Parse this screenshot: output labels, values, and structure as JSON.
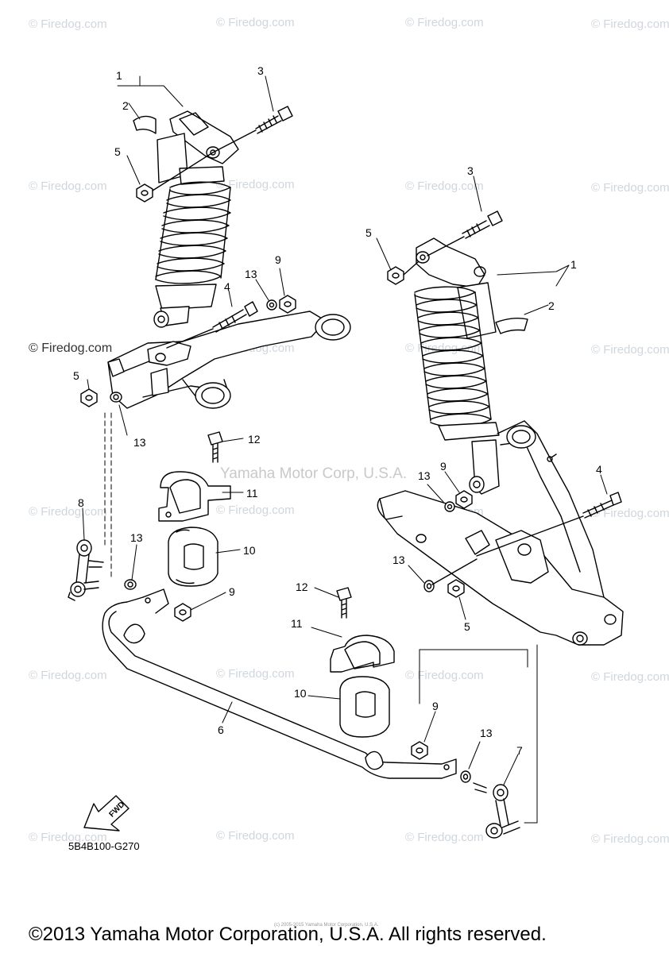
{
  "watermark": {
    "text": "© Firedog.com"
  },
  "center_watermark": "Yamaha Motor Corp, U.S.A.",
  "callouts": {
    "c1a": "1",
    "c2a": "2",
    "c3a": "3",
    "c5a": "5",
    "c13a": "13",
    "c9a": "9",
    "c4a": "4",
    "c5b": "5",
    "c13b": "13",
    "c12a": "12",
    "c11a": "11",
    "c8": "8",
    "c13c": "13",
    "c10a": "10",
    "c9b": "9",
    "c6": "6",
    "c3b": "3",
    "c5c": "5",
    "c1b": "1",
    "c2b": "2",
    "c9c": "9",
    "c13d": "13",
    "c4b": "4",
    "c13e": "13",
    "c5d": "5",
    "c12b": "12",
    "c11b": "11",
    "c10b": "10",
    "c9d": "9",
    "c13f": "13",
    "c7": "7"
  },
  "fwd_label": "FWD",
  "part_code": "5B4B100-G270",
  "tiny_print": "(c) 2005-2015 Yamaha Motor Corporation, U.S.A.",
  "copyright": "©2013 Yamaha Motor Corporation, U.S.A. All rights reserved."
}
